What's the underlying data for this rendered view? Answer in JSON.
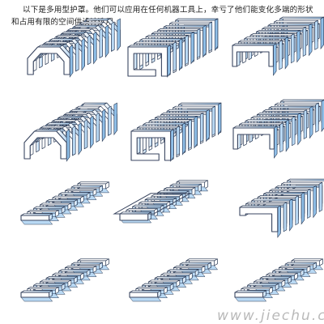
{
  "intro": {
    "line1": "以下是多用型护罩。他们可以应用在任何机器工具上，幸亏了他们能变化多端的形状",
    "line2": "和占用有限的空间供设计选用。"
  },
  "watermark": "www.jiechu.cn",
  "colors": {
    "fold_light": "#ffffff",
    "fold_blue": "#b9d9f4",
    "fold_blue_dark": "#8fbfe8",
    "outline": "#2b3a55",
    "end_plate": "#3a4660"
  },
  "covers": [
    {
      "style": "arch",
      "icon": "bellows-cover-arch-icon"
    },
    {
      "style": "channel",
      "icon": "bellows-cover-channel-icon"
    },
    {
      "style": "flat",
      "icon": "bellows-cover-flat-icon"
    },
    {
      "style": "roof",
      "icon": "bellows-cover-roof-icon"
    },
    {
      "style": "framed",
      "icon": "bellows-cover-framed-icon"
    },
    {
      "style": "flat",
      "icon": "bellows-cover-flat-icon"
    },
    {
      "style": "plain",
      "icon": "bellows-cover-plain-icon"
    },
    {
      "style": "rail",
      "icon": "bellows-cover-rail-icon"
    },
    {
      "style": "folded",
      "icon": "bellows-cover-folded-icon"
    },
    {
      "style": "plain",
      "icon": "bellows-cover-plain-icon"
    },
    {
      "style": "plain",
      "icon": "bellows-cover-plain-icon"
    },
    {
      "style": "plain",
      "icon": "bellows-cover-plain-icon"
    }
  ]
}
